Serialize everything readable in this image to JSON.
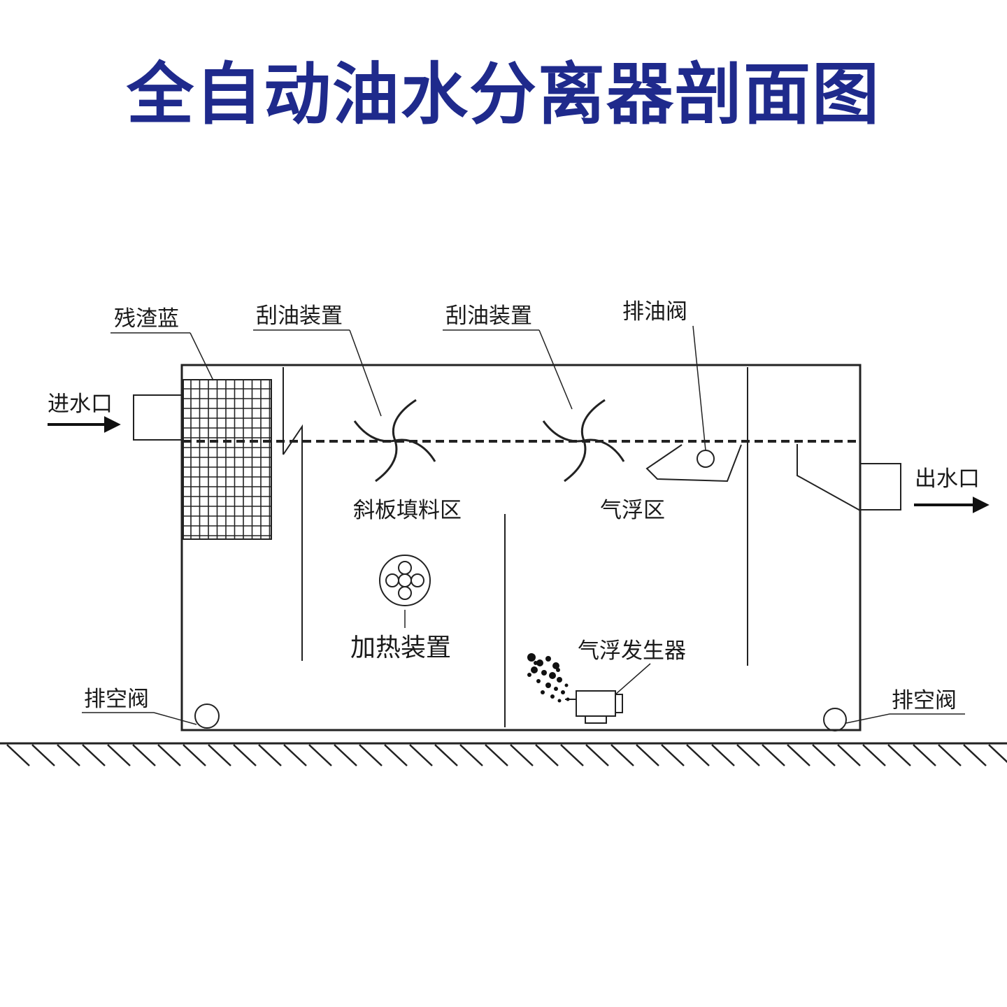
{
  "title": "全自动油水分离器剖面图",
  "labels": {
    "residue_basket": "残渣蓝",
    "oil_scraper_1": "刮油装置",
    "oil_scraper_2": "刮油装置",
    "oil_drain_valve": "排油阀",
    "water_inlet": "进水口",
    "water_outlet": "出水口",
    "inclined_plate_zone": "斜板填料区",
    "air_flotation_zone": "气浮区",
    "heating_device": "加热装置",
    "air_flotation_generator": "气浮发生器",
    "drain_valve_left": "排空阀",
    "drain_valve_right": "排空阀"
  }
}
